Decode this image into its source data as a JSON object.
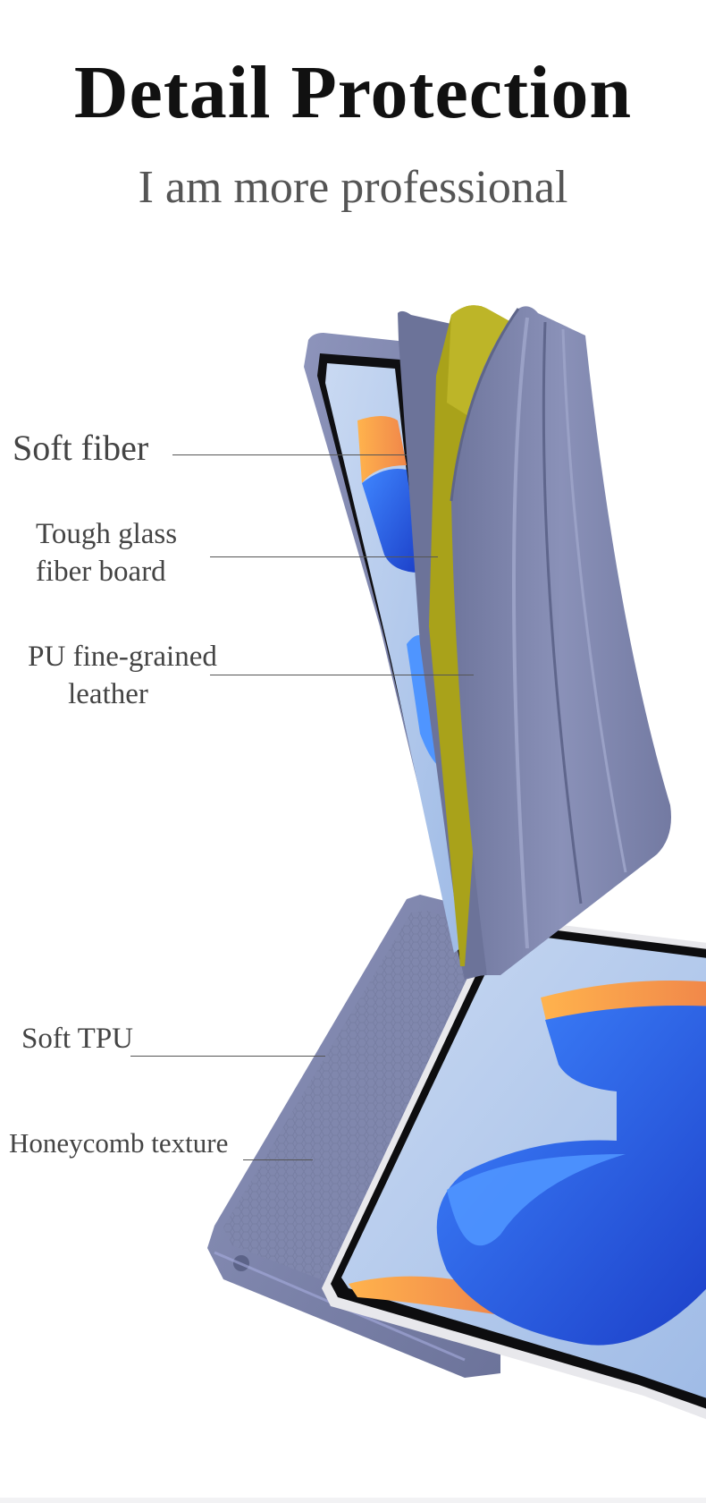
{
  "header": {
    "title": "Detail Protection",
    "subtitle": "I am more professional"
  },
  "callouts": {
    "soft_fiber": "Soft fiber",
    "tough_glass_line1": "Tough glass",
    "tough_glass_line2": "fiber board",
    "pu_leather_line1": "PU fine-grained",
    "pu_leather_line2": "leather",
    "soft_tpu": "Soft TPU",
    "honeycomb": "Honeycomb texture"
  },
  "colors": {
    "case_lavender": "#7a82a8",
    "fiber_board_olive": "#a9a21a",
    "screen_blue": "#2b5fe0",
    "screen_orange": "#f5a04a",
    "title_black": "#111111",
    "label_gray": "#444444"
  }
}
